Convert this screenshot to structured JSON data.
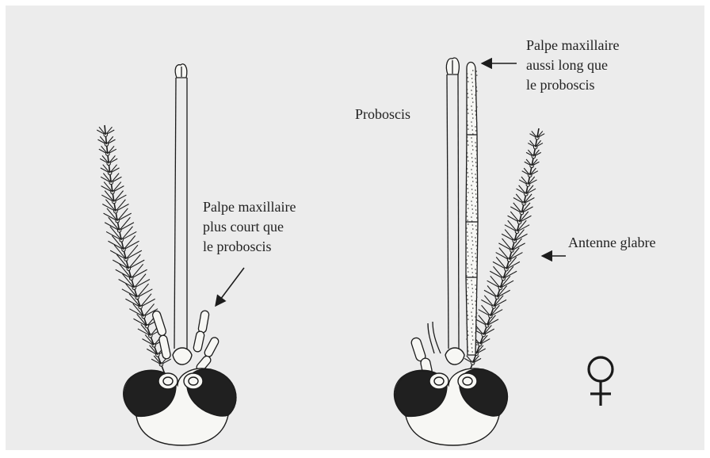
{
  "figure": {
    "left_head": {
      "palp_label": [
        "Palpe maxillaire",
        "plus court que",
        "le proboscis"
      ]
    },
    "right_head": {
      "palp_label": [
        "Palpe maxillaire",
        "aussi long que",
        "le proboscis"
      ],
      "proboscis_label": "Proboscis",
      "antenna_label": "Antenne glabre"
    },
    "sex_symbol": "♀",
    "sex_symbol_meaning": "female"
  },
  "colors": {
    "background": "#ececec",
    "ink": "#1c1c1c",
    "eye_fill": "#202020",
    "head_fill": "#f7f7f4"
  }
}
